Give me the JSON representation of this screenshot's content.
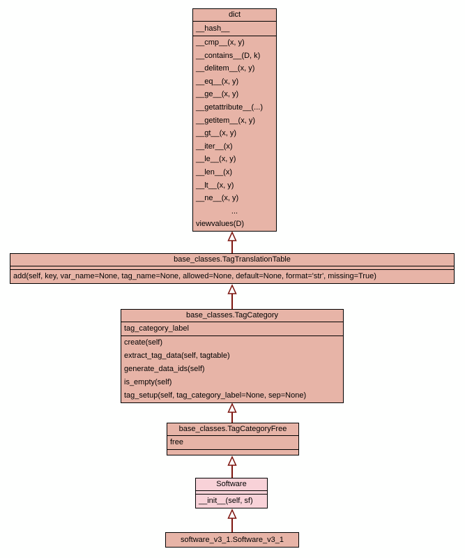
{
  "diagram": {
    "type": "uml-class-inheritance",
    "colors": {
      "class_fill": "#e7b4a7",
      "highlight_fill": "#f8d2d8",
      "border": "#000000",
      "edge": "#7d150e",
      "background": "#fefffe",
      "text": "#000000"
    },
    "classes": [
      {
        "name": "dict",
        "title": "dict",
        "attributes": [
          "__hash__"
        ],
        "methods": [
          "__cmp__(x, y)",
          "__contains__(D, k)",
          "__delitem__(x, y)",
          "__eq__(x, y)",
          "__ge__(x, y)",
          "__getattribute__(...)",
          "__getitem__(x, y)",
          "__gt__(x, y)",
          "__iter__(x)",
          "__le__(x, y)",
          "__len__(x)",
          "__lt__(x, y)",
          "__ne__(x, y)",
          "...",
          "viewvalues(D)"
        ]
      },
      {
        "name": "base_classes.TagTranslationTable",
        "title": "base_classes.TagTranslationTable",
        "attributes": [],
        "methods": [
          "add(self, key, var_name=None, tag_name=None, allowed=None, default=None, format='str', missing=True)"
        ]
      },
      {
        "name": "base_classes.TagCategory",
        "title": "base_classes.TagCategory",
        "attributes": [
          "tag_category_label"
        ],
        "methods": [
          "create(self)",
          "extract_tag_data(self, tagtable)",
          "generate_data_ids(self)",
          "is_empty(self)",
          "tag_setup(self, tag_category_label=None, sep=None)"
        ]
      },
      {
        "name": "base_classes.TagCategoryFree",
        "title": "base_classes.TagCategoryFree",
        "attributes": [
          "free"
        ],
        "methods": []
      },
      {
        "name": "Software",
        "title": "Software",
        "attributes": [],
        "methods": [
          "__init__(self, sf)"
        ],
        "highlighted": true
      },
      {
        "name": "software_v3_1.Software_v3_1",
        "title": "software_v3_1.Software_v3_1"
      }
    ],
    "edges": [
      {
        "child": "base_classes.TagTranslationTable",
        "parent": "dict",
        "relation": "inheritance"
      },
      {
        "child": "base_classes.TagCategory",
        "parent": "base_classes.TagTranslationTable",
        "relation": "inheritance"
      },
      {
        "child": "base_classes.TagCategoryFree",
        "parent": "base_classes.TagCategory",
        "relation": "inheritance"
      },
      {
        "child": "Software",
        "parent": "base_classes.TagCategoryFree",
        "relation": "inheritance"
      },
      {
        "child": "software_v3_1.Software_v3_1",
        "parent": "Software",
        "relation": "inheritance"
      }
    ]
  }
}
